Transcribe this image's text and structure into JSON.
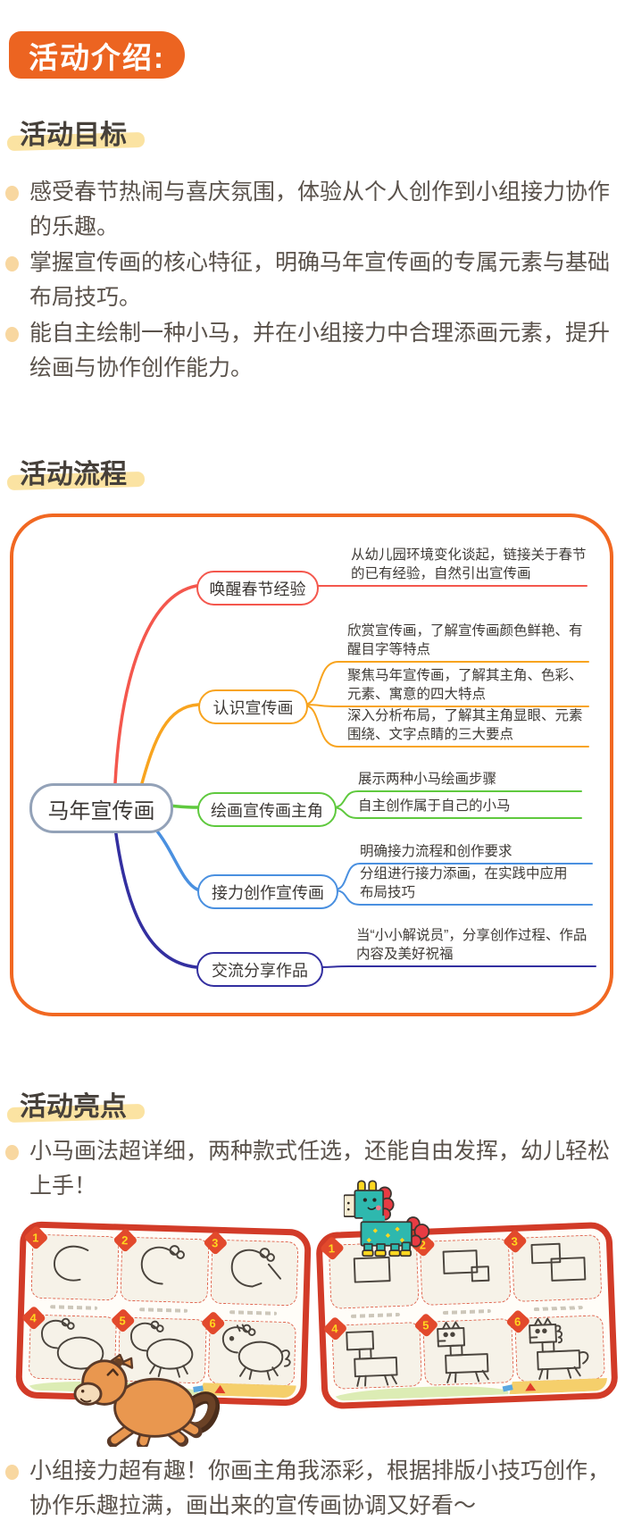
{
  "colors": {
    "badge_orange": "#ec6421",
    "highlight_yellow": "#fbe3a2",
    "mindmap_border": "#f16822",
    "card_red": "#d23b28",
    "branch_red": "#f4574d",
    "branch_orange": "#f8a41f",
    "branch_green": "#5fc93e",
    "branch_blue": "#4a90e0",
    "branch_navy": "#332fa0"
  },
  "header": {
    "badge": "活动介绍:"
  },
  "goals": {
    "title": "活动目标",
    "items": [
      "感受春节热闹与喜庆氛围，体验从个人创作到小组接力协作的乐趣。",
      "掌握宣传画的核心特征，明确马年宣传画的专属元素与基础布局技巧。",
      "能自主绘制一种小马，并在小组接力中合理添画元素，提升绘画与协作创作能力。"
    ]
  },
  "process": {
    "title": "活动流程"
  },
  "mindmap": {
    "root": "马年宣传画",
    "branches": [
      {
        "label": "唤醒春节经验",
        "color": "#f4574d",
        "leaves": [
          "从幼儿园环境变化谈起，链接关于春节的已有经验，自然引出宣传画"
        ]
      },
      {
        "label": "认识宣传画",
        "color": "#f8a41f",
        "leaves": [
          "欣赏宣传画，了解宣传画颜色鲜艳、有醒目字等特点",
          "聚焦马年宣传画，了解其主角、色彩、元素、寓意的四大特点",
          "深入分析布局，了解其主角显眼、元素围绕、文字点睛的三大要点"
        ]
      },
      {
        "label": "绘画宣传画主角",
        "color": "#5fc93e",
        "leaves": [
          "展示两种小马绘画步骤",
          "自主创作属于自己的小马"
        ]
      },
      {
        "label": "接力创作宣传画",
        "color": "#4a90e0",
        "leaves": [
          "明确接力流程和创作要求",
          "分组进行接力添画，在实践中应用布局技巧"
        ]
      },
      {
        "label": "交流分享作品",
        "color": "#332fa0",
        "leaves": [
          "当“小小解说员”，分享创作过程、作品内容及美好祝福"
        ]
      }
    ]
  },
  "highlights": {
    "title": "活动亮点",
    "bullets": [
      "小马画法超详细，两种款式任选，还能自由发挥，幼儿轻松上手！",
      "小组接力超有趣！你画主角我添彩，根据排版小技巧创作，协作乐趣拉满，画出来的宣传画协调又好看～"
    ],
    "step_numbers": [
      "1",
      "2",
      "3",
      "4",
      "5",
      "6"
    ]
  }
}
